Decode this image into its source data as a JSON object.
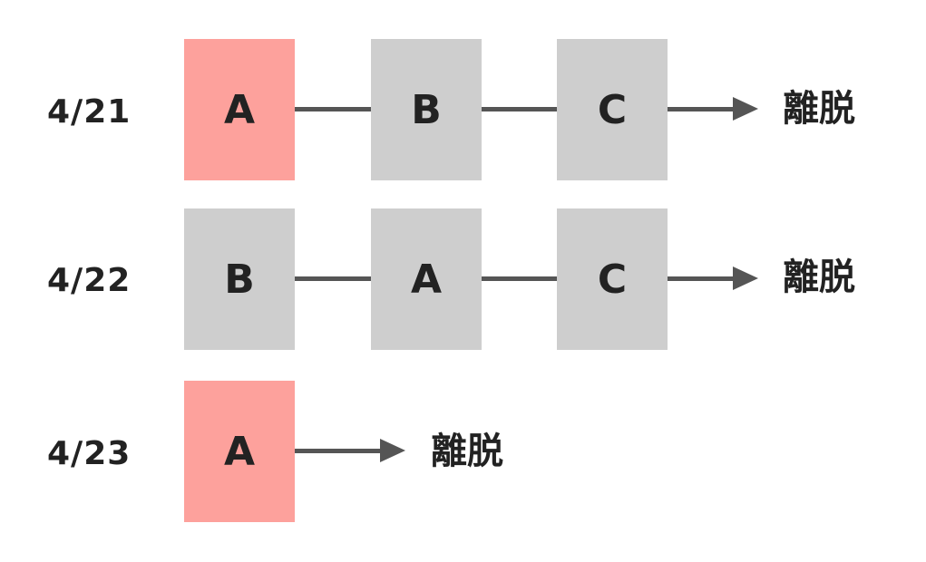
{
  "colors": {
    "highlight": "#fda19c",
    "node": "#cecece",
    "connector": "#555555",
    "text": "#222222"
  },
  "rows": [
    {
      "date": "4/21",
      "nodes": [
        "A",
        "B",
        "C"
      ],
      "end": "離脱"
    },
    {
      "date": "4/22",
      "nodes": [
        "B",
        "A",
        "C"
      ],
      "end": "離脱"
    },
    {
      "date": "4/23",
      "nodes": [
        "A"
      ],
      "end": "離脱"
    }
  ]
}
